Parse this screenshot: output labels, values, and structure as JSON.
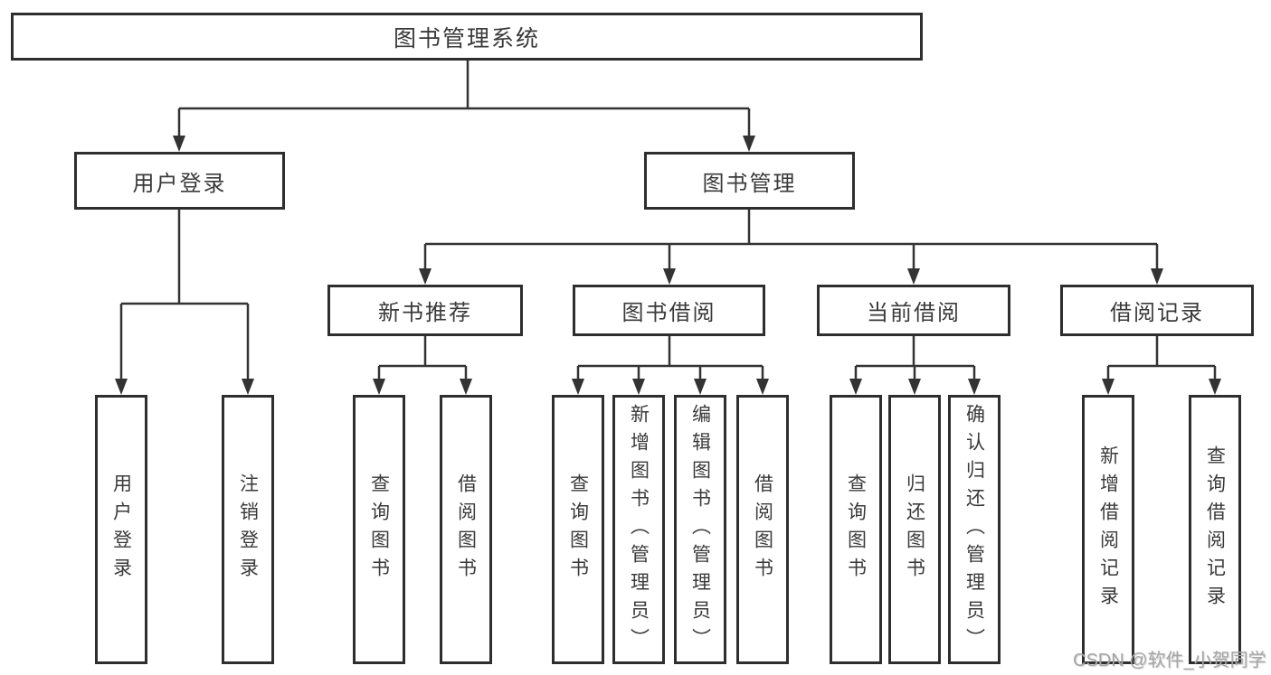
{
  "tree": {
    "root": "图书管理系统",
    "children": [
      {
        "label": "用户登录",
        "children": [
          "用户登录",
          "注销登录"
        ]
      },
      {
        "label": "图书管理",
        "children": [
          {
            "label": "新书推荐",
            "children": [
              "查询图书",
              "借阅图书"
            ]
          },
          {
            "label": "图书借阅",
            "children": [
              "查询图书",
              "新增图书（管理员）",
              "编辑图书（管理员）",
              "借阅图书"
            ]
          },
          {
            "label": "当前借阅",
            "children": [
              "查询图书",
              "归还图书",
              "确认归还（管理员）"
            ]
          },
          {
            "label": "借阅记录",
            "children": [
              "新增借阅记录",
              "查询借阅记录"
            ]
          }
        ]
      }
    ]
  },
  "watermark": {
    "text": "CSDN @软件_小贺同学"
  },
  "colors": {
    "line": "#333333",
    "border": "#2e2e2e",
    "text": "#3a3a3a",
    "watermark": "#a6a6a6",
    "background": "#ffffff"
  }
}
